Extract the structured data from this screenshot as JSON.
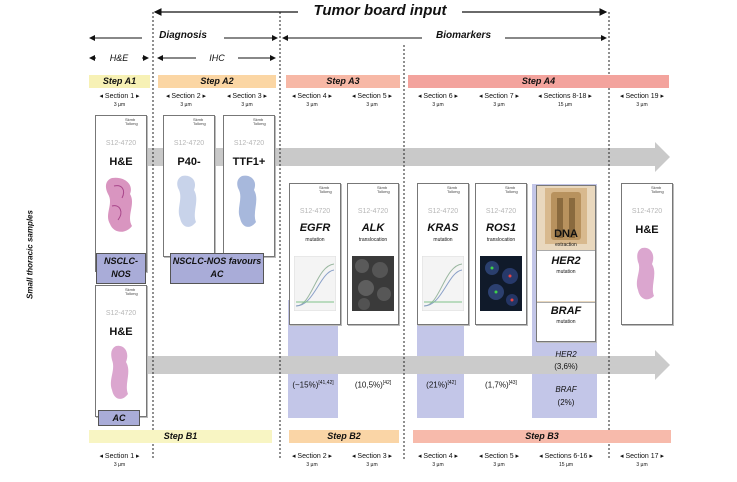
{
  "title": "Tumor board input",
  "groups": {
    "diagnosis": "Diagnosis",
    "biomarkers": "Biomarkers",
    "he": "H&E",
    "ihc": "IHC"
  },
  "y_label": "Small thoracic samples",
  "steps_top": [
    "Step  A1",
    "Step  A2",
    "Step  A3",
    "Step  A4"
  ],
  "steps_bottom": [
    "Step B1",
    "Step B2",
    "Step B3"
  ],
  "sections_top": [
    {
      "name": "Section 1",
      "um": "3 µm"
    },
    {
      "name": "Section 2",
      "um": "3 µm"
    },
    {
      "name": "Section 3",
      "um": "3 µm"
    },
    {
      "name": "Section 4",
      "um": "3 µm"
    },
    {
      "name": "Section 5",
      "um": "3 µm"
    },
    {
      "name": "Section 6",
      "um": "3 µm"
    },
    {
      "name": "Section 7",
      "um": "3 µm"
    },
    {
      "name": "Sections 8-18",
      "um": "15 µm"
    },
    {
      "name": "Section 19",
      "um": "3 µm"
    }
  ],
  "sections_bottom": [
    {
      "name": "Section 1",
      "um": "3 µm"
    },
    {
      "name": "Section 2",
      "um": "3 µm"
    },
    {
      "name": "Section 3",
      "um": "3 µm"
    },
    {
      "name": "Section 4",
      "um": "3 µm"
    },
    {
      "name": "Section 5",
      "um": "3 µm"
    },
    {
      "name": "Sections 6-16",
      "um": "15 µm"
    },
    {
      "name": "Section 17",
      "um": "3 µm"
    }
  ],
  "slide_code": "S12-4720",
  "slides": {
    "he1": "H&E",
    "p40": "P40-",
    "ttf1": "TTF1+",
    "egfr": "EGFR",
    "egfr_sub": "mutation",
    "alk": "ALK",
    "alk_sub": "translocation",
    "kras": "KRAS",
    "kras_sub": "mutation",
    "ros1": "ROS1",
    "ros1_sub": "translocation",
    "dna": "DNA",
    "dna_sub": "extraction",
    "her2": "HER2",
    "her2_sub": "mutation",
    "braf": "BRAF",
    "braf_sub": "mutation",
    "he19": "H&E",
    "he_b1": "H&E"
  },
  "diagnoses": {
    "a1": "NSCLC-NOS",
    "a2": "NSCLC-NOS favours AC",
    "b1": "AC"
  },
  "frequencies": {
    "egfr": "(~15%)",
    "egfr_ref": "[41,42]",
    "alk": "(10,5%)",
    "alk_ref": "[42]",
    "kras": "(21%)",
    "kras_ref": "[42]",
    "ros1": "(1,7%)",
    "ros1_ref": "[43]",
    "her2": "HER2",
    "her2_pct": "(3,6%)",
    "braf": "BRAF",
    "braf_pct": "(2%)"
  },
  "colors": {
    "step_a1": "#f7f1b5",
    "step_a2": "#fbd6a4",
    "step_a3": "#f7b8a6",
    "step_a4": "#f3a39d",
    "step_b1": "#f8f5c3",
    "step_b2": "#fad5a6",
    "step_b3": "#f7baab",
    "highlight": "#c3c6e8",
    "diag_box": "#a9acd8",
    "arrow": "#c9c9c9"
  }
}
